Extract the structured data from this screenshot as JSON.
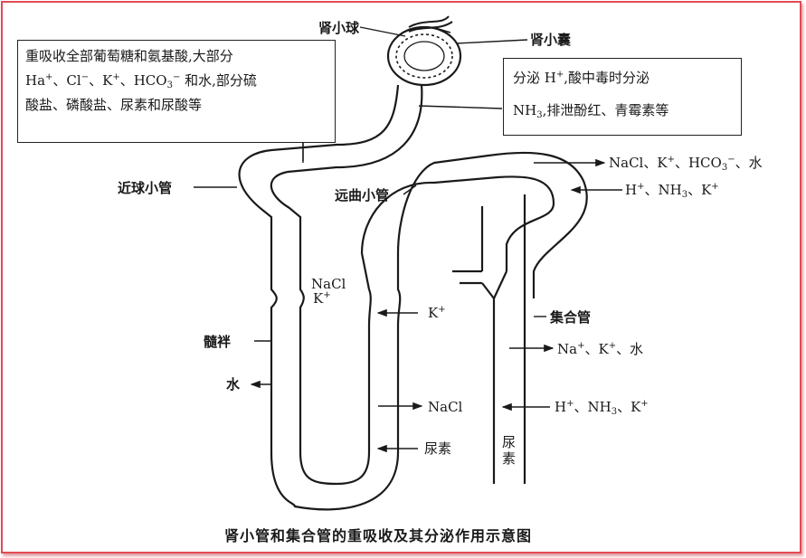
{
  "labels": {
    "glomerulus": "肾小球",
    "bowman_capsule": "肾小囊",
    "proximal_tubule": "近球小管",
    "distal_tubule": "远曲小管",
    "loop": "髓袢",
    "collecting_duct": "集合管",
    "water_out": "水",
    "urea_in_duct": "尿素",
    "caption": "肾小管和集合管的重吸收及其分泌作用示意图"
  },
  "left_box": {
    "line1": "重吸收全部葡萄糖和氨基酸,大部分",
    "line2_a": "Ha",
    "line2_b": "、Cl",
    "line2_c": "、K",
    "line2_d": "、HCO",
    "line2_e": "和水,部分硫",
    "line3": "酸盐、磷酸盐、尿素和尿酸等"
  },
  "right_box": {
    "line1_a": "分泌 H",
    "line1_b": ",酸中毒时分泌",
    "line2_a": "NH",
    "line2_b": ",排泄酚红、青霉素等"
  },
  "distal_in": {
    "a": "NaCl、K",
    "b": "、HCO",
    "c": "、水"
  },
  "distal_out": {
    "a": "H",
    "b": "、NH",
    "c": "、K"
  },
  "ascending_nacl": "NaCl",
  "ascending_k": "K",
  "k_label": "K",
  "duct_in": {
    "a": "Na",
    "b": "、K",
    "c": "、水"
  },
  "nacl_label": "NaCl",
  "duct_out": {
    "a": "H",
    "b": "、NH",
    "c": "、K"
  },
  "urea_label": "尿素",
  "sym": {
    "plus": "+",
    "minus": "−",
    "sub3": "3",
    "minus_sup": "−",
    "urea_v1": "尿",
    "urea_v2": "素"
  }
}
